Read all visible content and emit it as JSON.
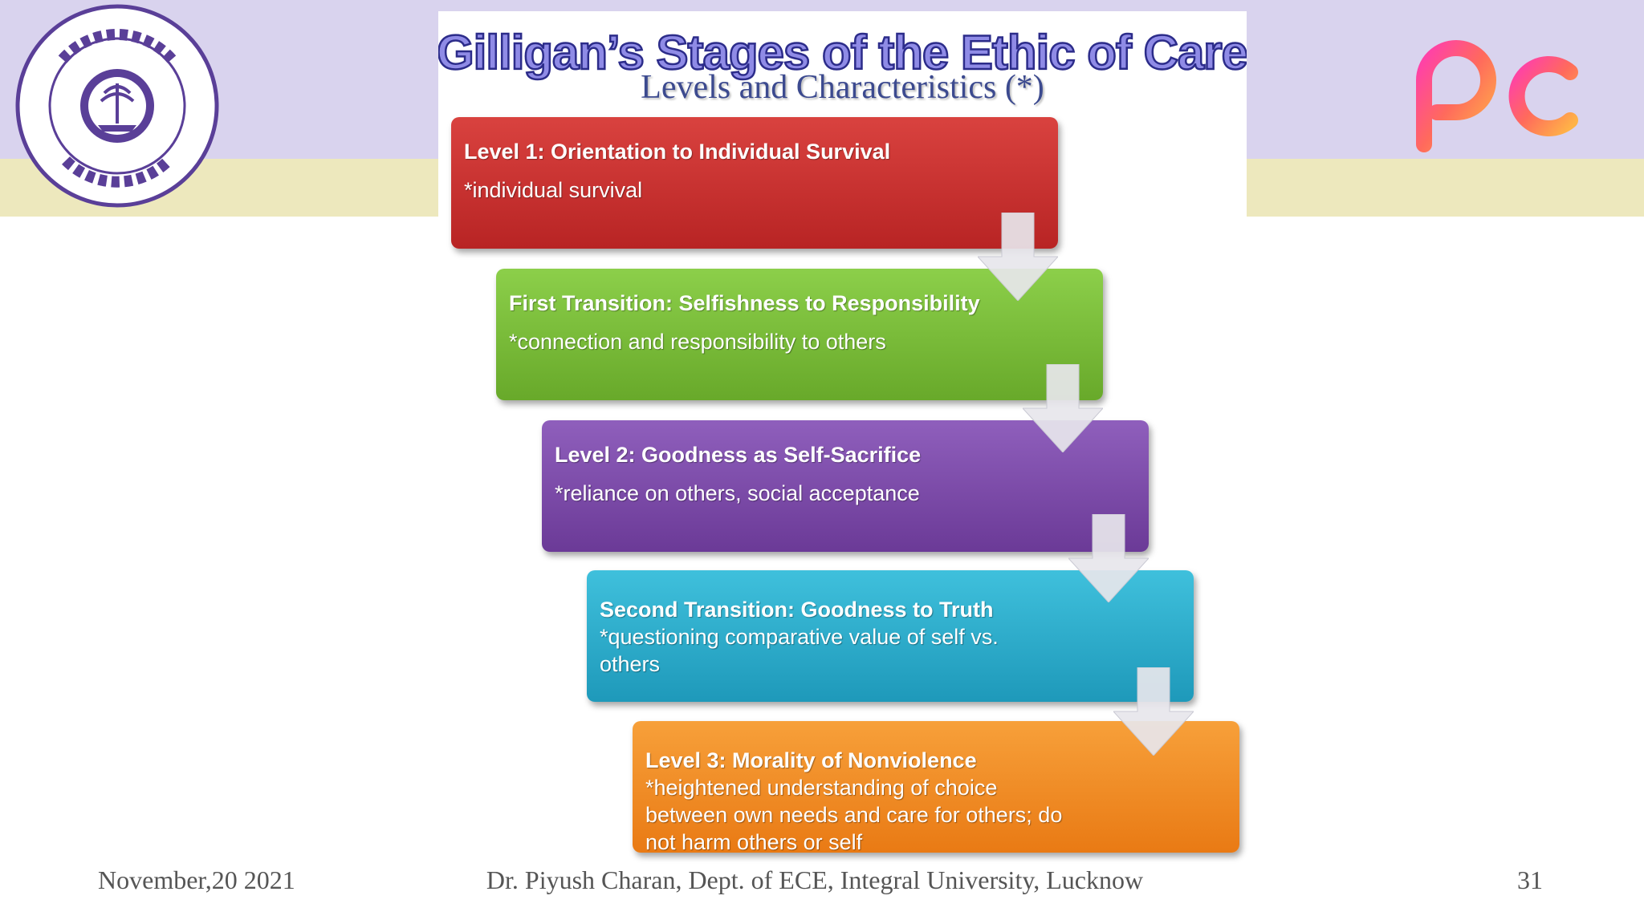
{
  "header": {
    "title": "Gilligan’s Stages of the Ethic of Care",
    "subtitle": "Levels and Characteristics (*)",
    "left_logo_icon": "integral-university-seal-icon",
    "right_logo_icon": "pc-logo-icon"
  },
  "stages": [
    {
      "heading": "Level 1: Orientation to Individual Survival",
      "lines": [
        "*individual survival"
      ],
      "color": "#c92f2e"
    },
    {
      "heading": "First Transition: Selfishness to Responsibility",
      "lines": [
        "*connection and responsibility to others"
      ],
      "color": "#7bbd3a"
    },
    {
      "heading": "Level 2: Goodness as Self-Sacrifice",
      "lines": [
        "*reliance on others, social acceptance"
      ],
      "color": "#7d4aa8"
    },
    {
      "heading": "Second Transition: Goodness to Truth",
      "lines": [
        "*questioning comparative value of self vs.",
        "others"
      ],
      "color": "#2cadcb"
    },
    {
      "heading": "Level 3: Morality of Nonviolence",
      "lines": [
        "*heightened understanding of choice",
        "between own needs and care for others; do",
        "not harm others or self"
      ],
      "color": "#f28c25"
    }
  ],
  "footer": {
    "date": "November,20 2021",
    "author": "Dr. Piyush Charan, Dept. of ECE, Integral University, Lucknow",
    "page": "31"
  }
}
